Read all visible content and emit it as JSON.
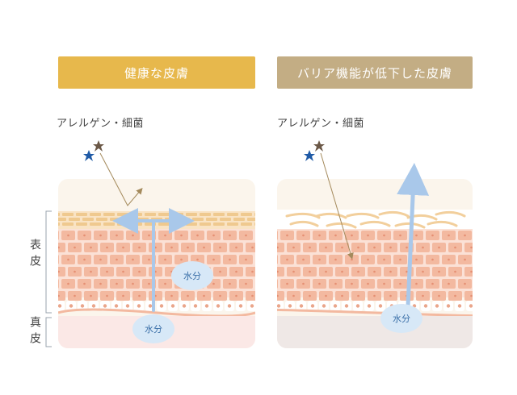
{
  "panels": {
    "left": {
      "title": "健康な皮膚",
      "allergen_label": "アレルゲン・細菌",
      "moisture_labels": [
        "水分",
        "水分"
      ]
    },
    "right": {
      "title": "バリア機能が低下した皮膚",
      "allergen_label": "アレルゲン・細菌",
      "moisture_labels": [
        "水分"
      ]
    }
  },
  "layers": {
    "epidermis": "表皮",
    "dermis": "真皮"
  },
  "colors": {
    "header_left": "#e7b84c",
    "header_right": "#c3ad84",
    "cell": "#f3b9a0",
    "corneum": "#f5d7a8",
    "dermis_left": "#fbe8e6",
    "dermis_right": "#efe8e6",
    "water": "#d7e8f7"
  }
}
